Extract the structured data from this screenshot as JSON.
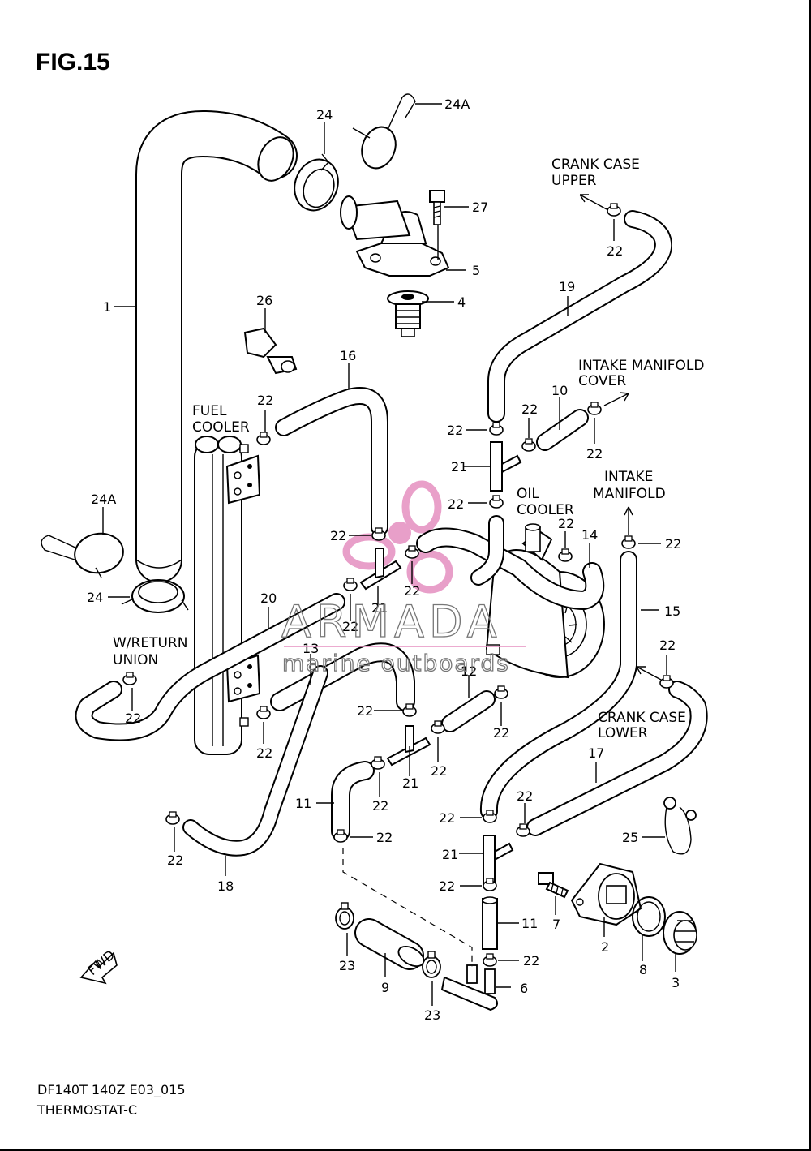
{
  "figure": {
    "title": "FIG.15",
    "model_code": "DF140T 140Z E03_015",
    "section_name": "THERMOSTAT-C"
  },
  "watermark": {
    "brand": "ARMADA",
    "tagline": "marine outboards",
    "logo_color": "#e58fc0",
    "text_color": "#777777"
  },
  "annotations": {
    "crank_case_upper": [
      "CRANK CASE",
      "UPPER"
    ],
    "intake_manifold_cover": [
      "INTAKE MANIFOLD",
      "COVER"
    ],
    "intake_manifold": [
      "INTAKE",
      "MANIFOLD"
    ],
    "oil_cooler": [
      "OIL",
      "COOLER"
    ],
    "fuel_cooler": [
      "FUEL",
      "COOLER"
    ],
    "w_return_union": [
      "W/RETURN",
      "UNION"
    ],
    "crank_case_lower": [
      "CRANK CASE",
      "LOWER"
    ],
    "fwd": "FWD"
  },
  "callouts": {
    "c1": "1",
    "c2": "2",
    "c3": "3",
    "c4": "4",
    "c5": "5",
    "c6": "6",
    "c7": "7",
    "c8": "8",
    "c9": "9",
    "c10": "10",
    "c11a": "11",
    "c11b": "11",
    "c12": "12",
    "c13": "13",
    "c14": "14",
    "c15": "15",
    "c16": "16",
    "c17": "17",
    "c18": "18",
    "c19": "19",
    "c20": "20",
    "c21a": "21",
    "c21b": "21",
    "c21c": "21",
    "c21d": "21",
    "c22": "22",
    "c23": "23",
    "c24": "24",
    "c24a": "24A",
    "c25": "25",
    "c26": "26",
    "c27": "27"
  }
}
